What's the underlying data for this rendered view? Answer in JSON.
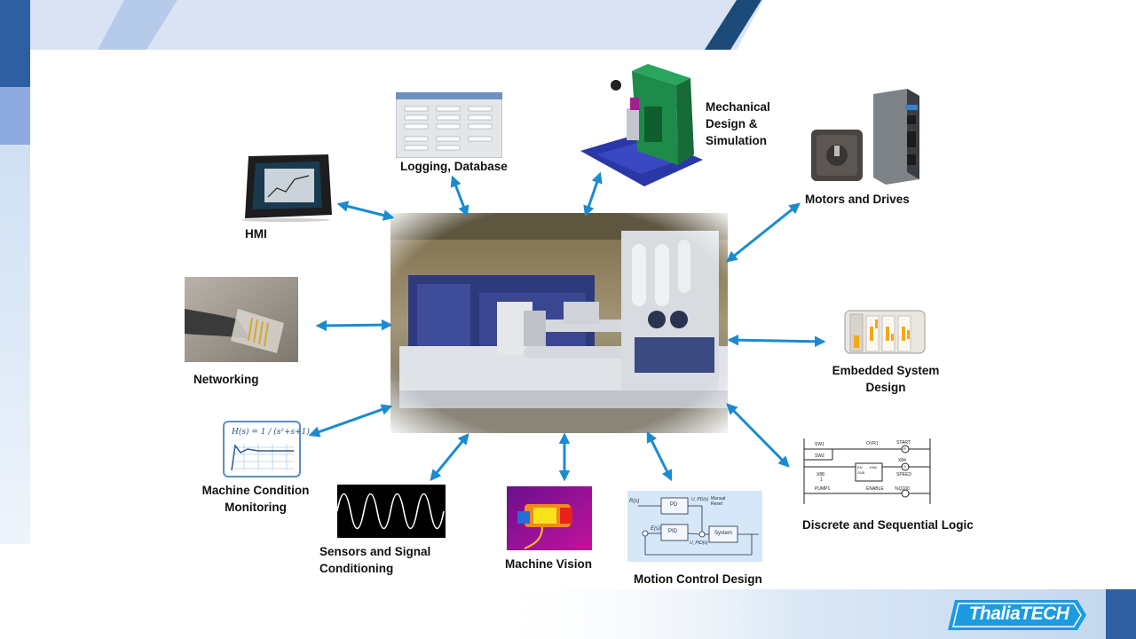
{
  "diagram": {
    "nodes": {
      "logging": {
        "label": "Logging, Database"
      },
      "mechanical": {
        "label_lines": [
          "Mechanical",
          "Design &",
          "Simulation"
        ]
      },
      "motors": {
        "label": "Motors and Drives"
      },
      "hmi": {
        "label": "HMI"
      },
      "networking": {
        "label": "Networking"
      },
      "embedded": {
        "label_lines": [
          "Embedded System",
          "Design"
        ]
      },
      "condition": {
        "label_lines": [
          "Machine Condition",
          "Monitoring"
        ]
      },
      "sensors": {
        "label_lines": [
          "Sensors and Signal",
          "Conditioning"
        ]
      },
      "vision": {
        "label": "Machine Vision"
      },
      "motion": {
        "label": "Motion Control Design"
      },
      "discrete": {
        "label": "Discrete and Sequential Logic"
      }
    },
    "edges": [
      {
        "from": "center",
        "to": "hmi",
        "bidirectional": true
      },
      {
        "from": "center",
        "to": "logging",
        "bidirectional": true
      },
      {
        "from": "center",
        "to": "mechanical",
        "bidirectional": true
      },
      {
        "from": "center",
        "to": "motors",
        "bidirectional": true
      },
      {
        "from": "center",
        "to": "networking",
        "bidirectional": true
      },
      {
        "from": "center",
        "to": "embedded",
        "bidirectional": true
      },
      {
        "from": "center",
        "to": "condition",
        "bidirectional": true
      },
      {
        "from": "center",
        "to": "sensors",
        "bidirectional": true
      },
      {
        "from": "center",
        "to": "vision",
        "bidirectional": true
      },
      {
        "from": "center",
        "to": "motion",
        "bidirectional": true
      },
      {
        "from": "center",
        "to": "discrete",
        "bidirectional": true
      }
    ]
  },
  "thumbnails": {
    "formula": "H(s) = 1 / (s²+s+1)",
    "ladder": {
      "contacts": [
        "SW1",
        "SW2",
        "X88",
        "PUMP1"
      ],
      "middle": [
        "OVR1",
        "ENABLE"
      ],
      "outputs": [
        "START",
        "X84",
        "SPEED",
        "%Q100"
      ],
      "block": [
        "EN",
        "END",
        "SUB"
      ],
      "coils": [
        "R",
        "S"
      ],
      "x88_value": "1"
    },
    "control": {
      "input": "R(s)",
      "error": "E(s)",
      "block_top": "PD",
      "block_bottom": "PID",
      "plant": "System",
      "u_top": "U_PD(s)",
      "u_bottom": "U_PID(s)",
      "manual": [
        "Manual",
        "Reset"
      ]
    }
  },
  "logo": {
    "text": "ThaliaTECH"
  },
  "colors": {
    "arrow": "#1b8bd1",
    "header_dark": "#1c4a79",
    "header_mid": "#2f5fa3",
    "header_light": "#d9e3f4",
    "logo": "#1b9be0"
  }
}
